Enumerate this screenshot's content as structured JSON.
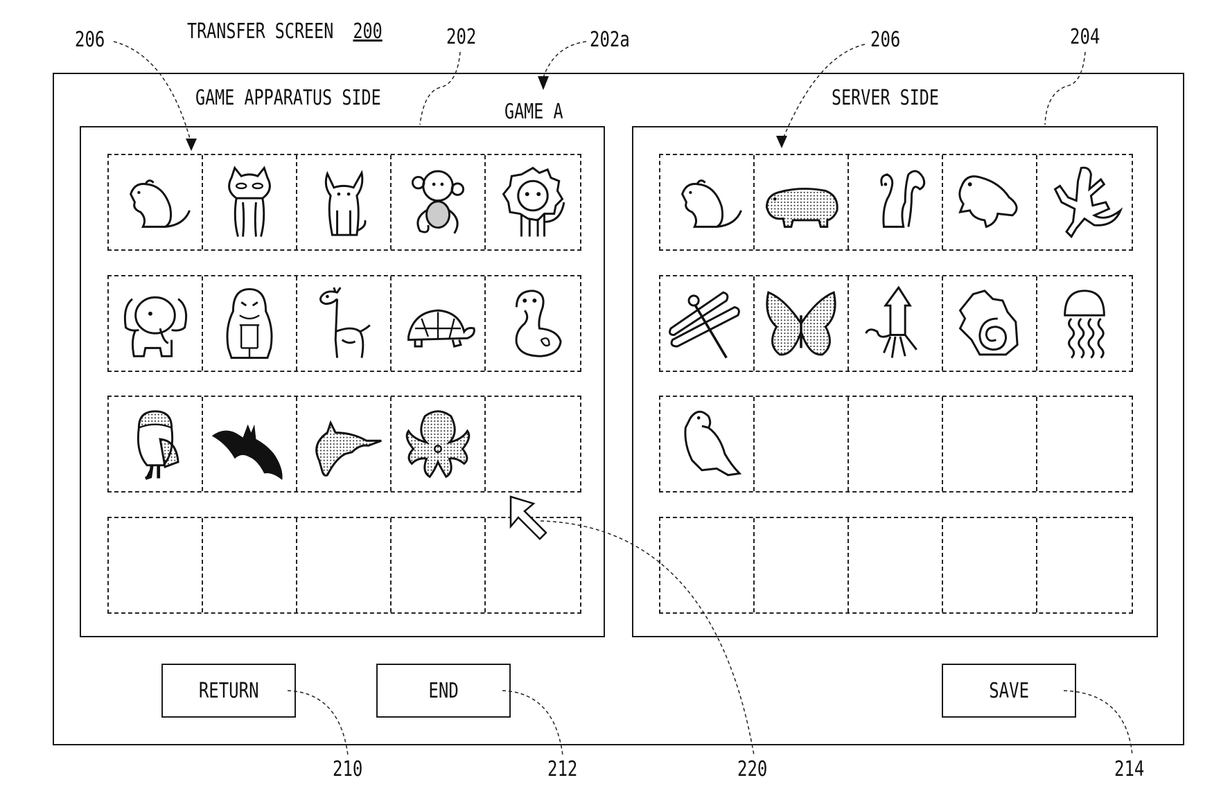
{
  "screen": {
    "title": "TRANSFER SCREEN",
    "ref_number": "200"
  },
  "reference_labels": {
    "item_left": "206",
    "game_panel": "202",
    "game_name_ref": "202a",
    "item_right": "206",
    "server_panel": "204",
    "return_ref": "210",
    "end_ref": "212",
    "cursor_ref": "220",
    "save_ref": "214"
  },
  "left_panel": {
    "heading": "GAME APPARATUS SIDE",
    "game_name": "GAME A",
    "rows": [
      [
        "mouse",
        "cat",
        "chihuahua",
        "monkey",
        "lion"
      ],
      [
        "elephant",
        "gorilla",
        "giraffe",
        "turtle",
        "snake"
      ],
      [
        "owl",
        "bat",
        "dolphin",
        "octopus",
        ""
      ],
      [
        "",
        "",
        "",
        "",
        ""
      ]
    ]
  },
  "right_panel": {
    "heading": "SERVER SIDE",
    "rows": [
      [
        "mouse",
        "hippo",
        "squirrel",
        "frog",
        "lizard"
      ],
      [
        "dragonfly",
        "butterfly",
        "squid",
        "shell",
        "jellyfish"
      ],
      [
        "parrot",
        "",
        "",
        "",
        ""
      ],
      [
        "",
        "",
        "",
        "",
        ""
      ]
    ]
  },
  "buttons": {
    "return_label": "RETURN",
    "end_label": "END",
    "save_label": "SAVE"
  },
  "cursor": {
    "icon": "arrow-cursor-icon"
  }
}
